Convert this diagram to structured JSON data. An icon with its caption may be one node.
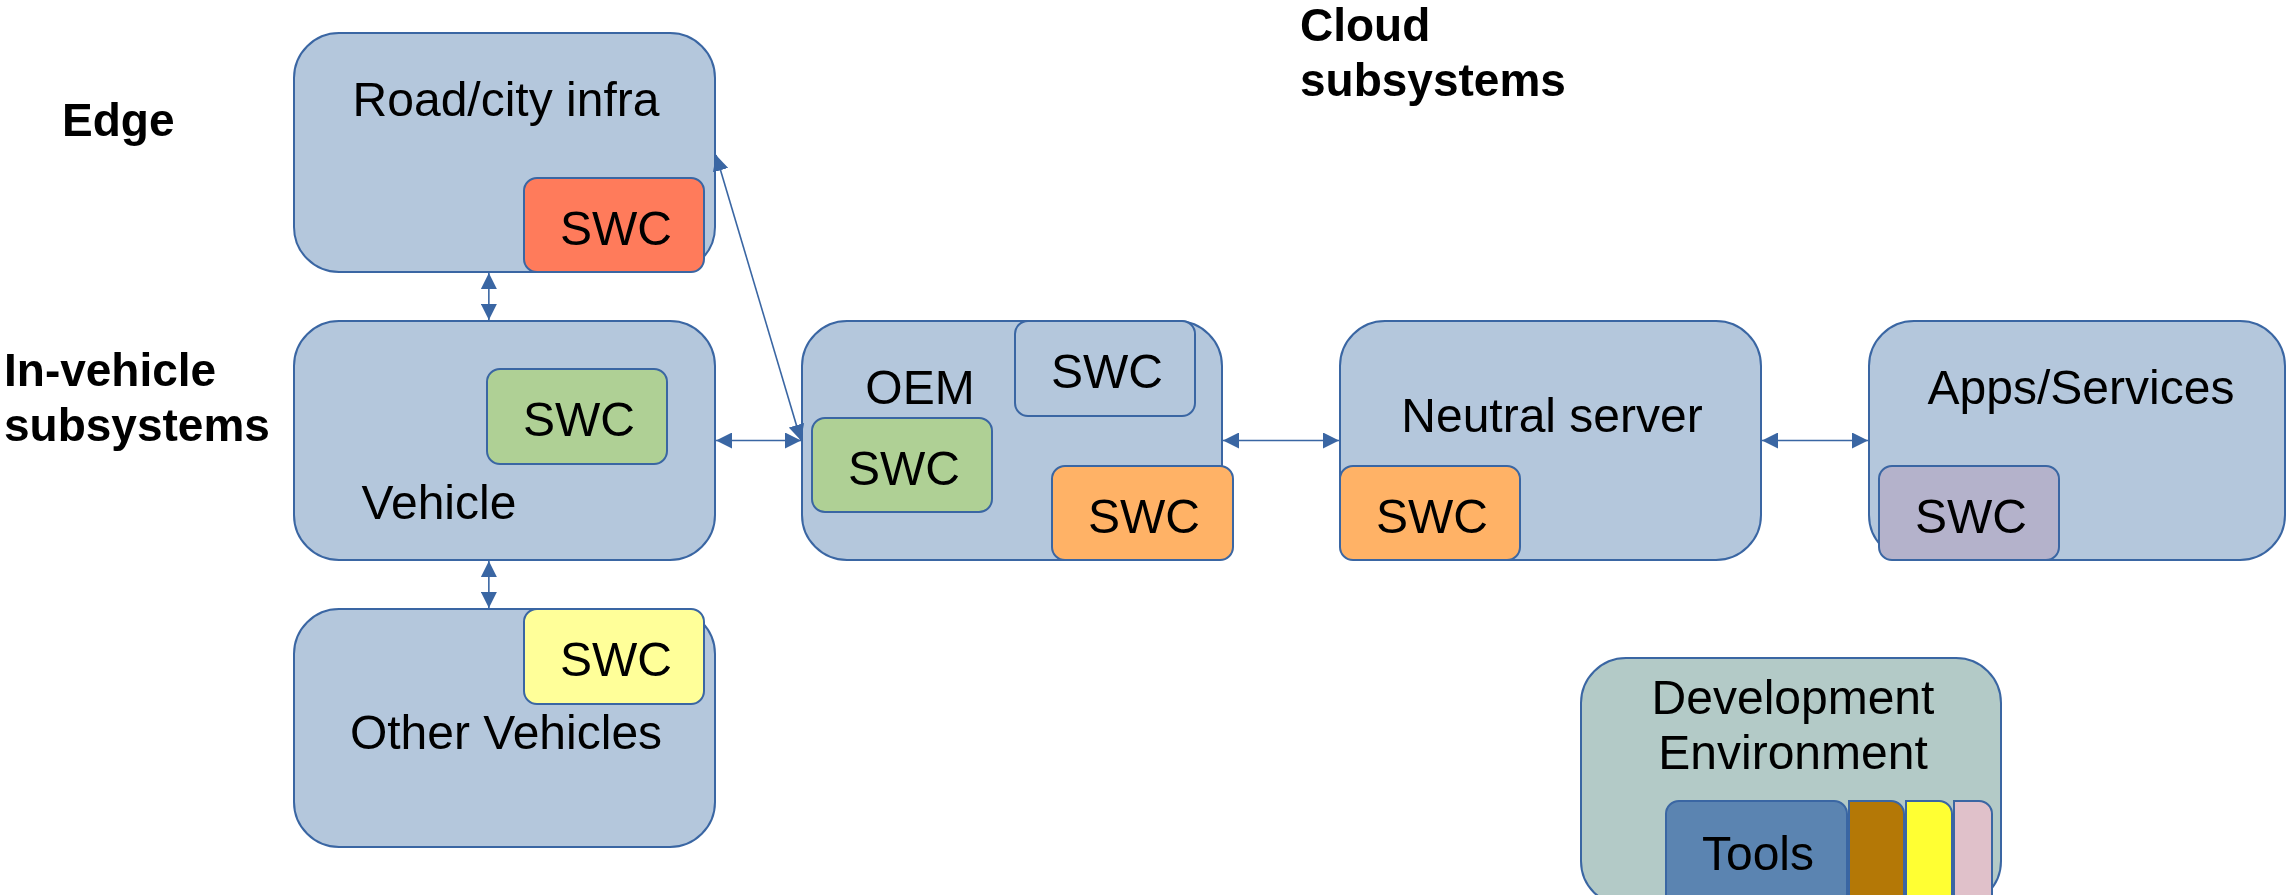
{
  "diagram": {
    "nodes": [
      {
        "text": [
          "Road/city infra"
        ]
      },
      {
        "text": [
          "SWC"
        ],
        "in": 0
      },
      {
        "text": [
          "Vehicle"
        ]
      },
      {
        "text": [
          "SWC"
        ],
        "in": 2
      },
      {
        "text": [
          "Other Vehicles"
        ]
      },
      {
        "text": [
          "SWC"
        ],
        "in": 4
      },
      {
        "text": [
          "OEM"
        ]
      },
      {
        "text": [
          "SWC"
        ],
        "in": 6
      },
      {
        "text": [
          "SWC"
        ],
        "in": 6
      },
      {
        "text": [
          "SWC"
        ],
        "in": 6
      },
      {
        "text": [
          "Neutral server"
        ]
      },
      {
        "text": [
          "SWC"
        ],
        "in": 10
      },
      {
        "text": [
          "Apps/Services"
        ]
      },
      {
        "text": [
          "SWC"
        ],
        "in": 12
      },
      {
        "text": [
          "Development Environment"
        ]
      },
      {
        "text": [
          "Tools"
        ],
        "in": 14
      },
      {
        "text": [],
        "shape": "box",
        "in": 14
      },
      {
        "text": [],
        "shape": "box",
        "in": 14
      },
      {
        "text": [],
        "shape": "box",
        "in": 14
      }
    ],
    "edges": [
      {
        "from": 0,
        "to": 2,
        "arrow": "both"
      },
      {
        "from": 2,
        "to": 4,
        "arrow": "both"
      },
      {
        "from": 2,
        "to": 6,
        "arrow": "both"
      },
      {
        "from": 0,
        "to": 6,
        "arrow": "both"
      },
      {
        "from": 6,
        "to": 10,
        "arrow": "both"
      },
      {
        "from": 10,
        "to": 12,
        "arrow": "both"
      }
    ],
    "labels": [
      "Cloud subsystems",
      "Edge",
      "In-vehicle subsystems"
    ]
  }
}
